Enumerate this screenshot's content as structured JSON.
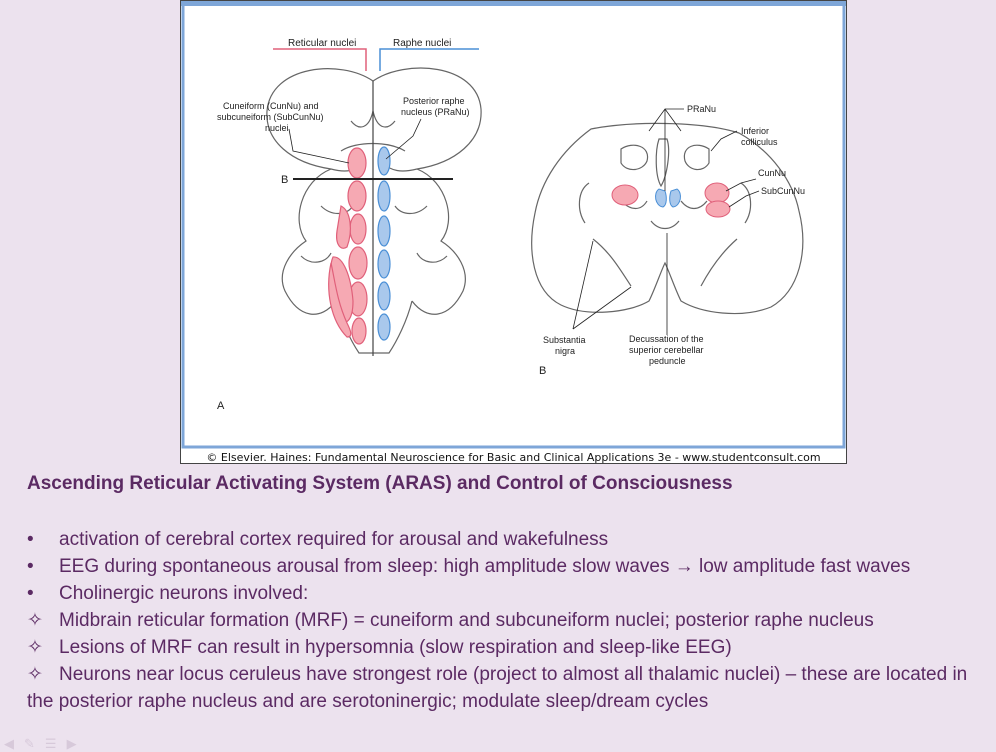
{
  "figure": {
    "labels": {
      "reticular_nuclei": "Reticular nuclei",
      "raphe_nuclei": "Raphe nuclei",
      "cuneiform_1": "Cuneiform (CunNu) and",
      "cuneiform_2": "subcuneiform (SubCunNu)",
      "cuneiform_3": "nuclei",
      "posterior_raphe_1": "Posterior raphe",
      "posterior_raphe_2": "nucleus (PRaNu)",
      "b_left": "B",
      "a_panel": "A",
      "pranu": "PRaNu",
      "inferior_1": "Inferior",
      "inferior_2": "colliculus",
      "cunnu": "CunNu",
      "subcunnu": "SubCunNu",
      "substantia_1": "Substantia",
      "substantia_2": "nigra",
      "decussation_1": "Decussation of the",
      "decussation_2": "superior cerebellar",
      "decussation_3": "peduncle",
      "b_panel": "B"
    },
    "caption": "© Elsevier. Haines: Fundamental Neuroscience for Basic and Clinical Applications 3e - www.studentconsult.com",
    "colors": {
      "reticular": "#f6a9b3",
      "raphe": "#a9c8ec",
      "reticular_line": "#e0607a",
      "raphe_line": "#4a8fd6",
      "frame": "#7ea6d8"
    }
  },
  "title": "Ascending Reticular Activating System (ARAS) and Control of Consciousness",
  "bullets": [
    {
      "marker": "•",
      "text": "activation of cerebral cortex required for arousal and wakefulness"
    },
    {
      "marker": "•",
      "text": "EEG during spontaneous arousal from sleep: high amplitude slow waves → low amplitude fast waves"
    },
    {
      "marker": "•",
      "text": "Cholinergic neurons involved:"
    },
    {
      "marker": "✧",
      "text": "Midbrain reticular formation (MRF) = cuneiform and subcuneiform nuclei; posterior raphe nucleus"
    },
    {
      "marker": "✧",
      "text": "Lesions of MRF can result in hypersomnia (slow respiration and sleep-like EEG)"
    },
    {
      "marker": "✧",
      "text": "Neurons near locus ceruleus have strongest role (project to almost all thalamic nuclei) – these are located in the posterior raphe nucleus and are serotoninergic; modulate sleep/dream cycles"
    }
  ],
  "nav_icons": [
    "arrow-left-icon",
    "pen-icon",
    "menu-icon",
    "arrow-right-icon"
  ]
}
